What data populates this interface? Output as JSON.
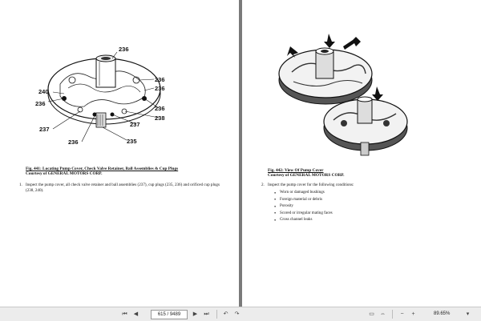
{
  "left_page": {
    "callouts": [
      "236",
      "236",
      "240",
      "236",
      "236",
      "236",
      "238",
      "237",
      "237",
      "236",
      "235"
    ],
    "figure_caption": "Fig. 441: Locating Pump Cover, Check Valve Retainer, Ball Assemblies & Cup Plugs",
    "courtesy": "Courtesy of GENERAL MOTORS CORP.",
    "step_number": "1.",
    "step_text": "Inspect the pump cover, all check valve retainer and ball assemblies (237), cup plugs (235, 236) and orificed cup plugs (238, 240)."
  },
  "right_page": {
    "figure_caption": "Fig. 442: View Of Pump Cover",
    "courtesy": "Courtesy of GENERAL MOTORS CORP.",
    "step_number": "2.",
    "step_text": "Inspect the pump cover for the following conditions:",
    "bullets": [
      "Worn or damaged bushings",
      "Foreign material or debris",
      "Porosity",
      "Scored or irregular mating faces",
      "Cross channel leaks"
    ]
  },
  "status_bar": {
    "page_indicator": "615 / 9489",
    "zoom": "89.65%",
    "icons": [
      "first-page-icon",
      "previous-page-icon",
      "next-page-icon",
      "last-page-icon",
      "back-icon",
      "forward-icon",
      "fit-page-icon",
      "fit-width-icon",
      "zoom-out-icon",
      "zoom-in-icon"
    ]
  }
}
